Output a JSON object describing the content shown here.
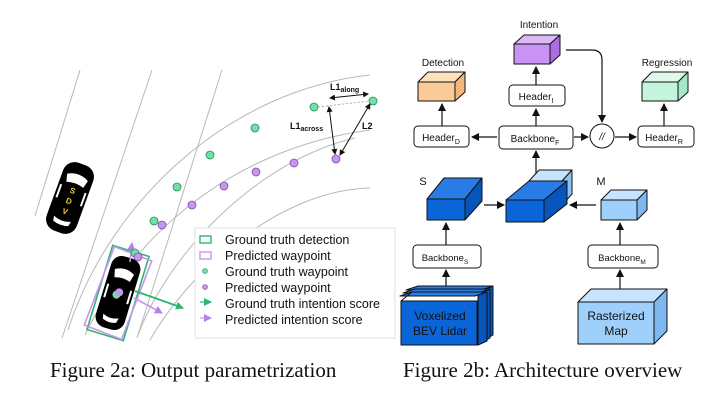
{
  "figure_a": {
    "caption": "Figure 2a: Output parametrization",
    "sdv_label": [
      "S",
      "D",
      "V"
    ],
    "metrics": {
      "along": {
        "base": "L1",
        "sub": "along"
      },
      "across": {
        "base": "L1",
        "sub": "across"
      },
      "l2": "L2"
    },
    "legend": [
      {
        "icon": "green-box-icon",
        "label": "Ground truth detection"
      },
      {
        "icon": "purple-box-icon",
        "label": "Predicted waypoint"
      },
      {
        "icon": "green-dot-icon",
        "label": "Ground truth waypoint"
      },
      {
        "icon": "purple-dot-icon",
        "label": "Predicted waypoint"
      },
      {
        "icon": "green-arrow-icon",
        "label": "Ground truth intention score"
      },
      {
        "icon": "purple-arrow-icon",
        "label": "Predicted intention score"
      }
    ],
    "colors": {
      "ground_truth": "#2bb673",
      "ground_truth_fill": "#6fe0a8",
      "predicted": "#b77fe8",
      "predicted_fill": "#c596ec"
    }
  },
  "figure_b": {
    "caption": "Figure 2b: Architecture overview",
    "outputs": {
      "detection": "Detection",
      "intention": "Intention",
      "regression": "Regression"
    },
    "headers": {
      "detection": {
        "base": "Header",
        "sub": "D"
      },
      "intention": {
        "base": "Header",
        "sub": "I"
      },
      "regression": {
        "base": "Header",
        "sub": "R"
      }
    },
    "backbones": {
      "fusion": {
        "base": "Backbone",
        "sub": "F"
      },
      "sensor": {
        "base": "Backbone",
        "sub": "S"
      },
      "map": {
        "base": "Backbone",
        "sub": "M"
      }
    },
    "concat_symbol": "//",
    "feature_labels": {
      "sensor": "S",
      "map": "M"
    },
    "inputs": {
      "lidar": [
        "Voxelized",
        "BEV Lidar"
      ],
      "map": [
        "Rasterized",
        "Map"
      ]
    },
    "colors": {
      "detection": "#fbcb97",
      "intention": "#c893f5",
      "regression": "#c5f5dd",
      "sensor": "#0a66d8",
      "map": "#9fd0fb"
    }
  }
}
